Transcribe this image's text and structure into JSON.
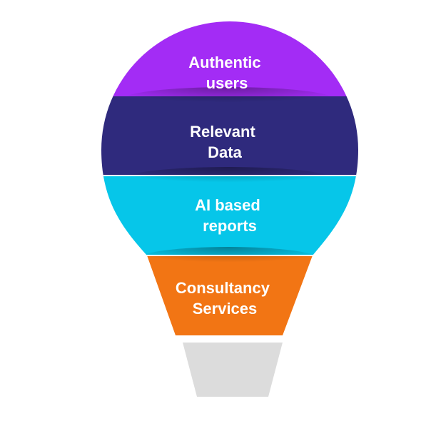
{
  "diagram": {
    "layers": [
      {
        "lines": [
          "Authentic",
          "users"
        ],
        "color": "#a32cf5"
      },
      {
        "lines": [
          "Relevant",
          "Data"
        ],
        "color": "#2f2a7d"
      },
      {
        "lines": [
          "AI based",
          "reports"
        ],
        "color": "#06c6e9"
      },
      {
        "lines": [
          "Consultancy",
          "Services"
        ],
        "color": "#f27514"
      }
    ],
    "base": {
      "color": "#dcdcdc"
    }
  }
}
